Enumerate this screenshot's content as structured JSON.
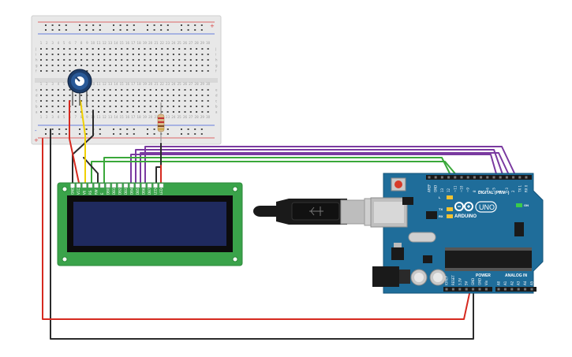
{
  "breadboard": {
    "row_letters": [
      "a",
      "b",
      "c",
      "d",
      "e",
      "f",
      "g",
      "h",
      "i",
      "j"
    ],
    "column_numbers": [
      "1",
      "2",
      "3",
      "4",
      "5",
      "6",
      "7",
      "8",
      "9",
      "10",
      "11",
      "12",
      "13",
      "14",
      "15",
      "16",
      "17",
      "18",
      "19",
      "20",
      "21",
      "22",
      "23",
      "24",
      "25",
      "26",
      "27",
      "28",
      "29",
      "30"
    ],
    "rail_plus": "+",
    "rail_minus": "-"
  },
  "lcd": {
    "pin_labels": [
      "GND",
      "VCC",
      "V0",
      "RS",
      "RW",
      "E",
      "DB0",
      "DB1",
      "DB2",
      "DB3",
      "DB4",
      "DB5",
      "DB6",
      "DB7",
      "LED+",
      "LED-"
    ],
    "screen_color": "#1f2a5e",
    "board_color": "#3aa34a"
  },
  "arduino": {
    "brand": "ARDUINO",
    "model": "UNO",
    "digital_label": "DIGITAL (PWM~)",
    "analog_label": "ANALOG IN",
    "power_label": "POWER",
    "top_pin_labels": [
      "AREF",
      "GND",
      "13",
      "12",
      "~11",
      "~10",
      "~9",
      "8",
      "7",
      "~6",
      "~5",
      "4",
      "~3",
      "2",
      "TX 1",
      "RX 0"
    ],
    "power_pin_labels": [
      "IOREF",
      "RESET",
      "3.3V",
      "5V",
      "GND",
      "GND",
      "Vin"
    ],
    "analog_pin_labels": [
      "A0",
      "A1",
      "A2",
      "A3",
      "A4",
      "A5"
    ],
    "led_labels": [
      "L",
      "TX",
      "RX",
      "ON"
    ],
    "board_color": "#1f6d9a"
  },
  "wire_colors": {
    "red": "#d62a20",
    "black": "#2b2b2b",
    "green": "#3aa83a",
    "purple": "#7a3aa0",
    "yellow": "#f0d000"
  }
}
